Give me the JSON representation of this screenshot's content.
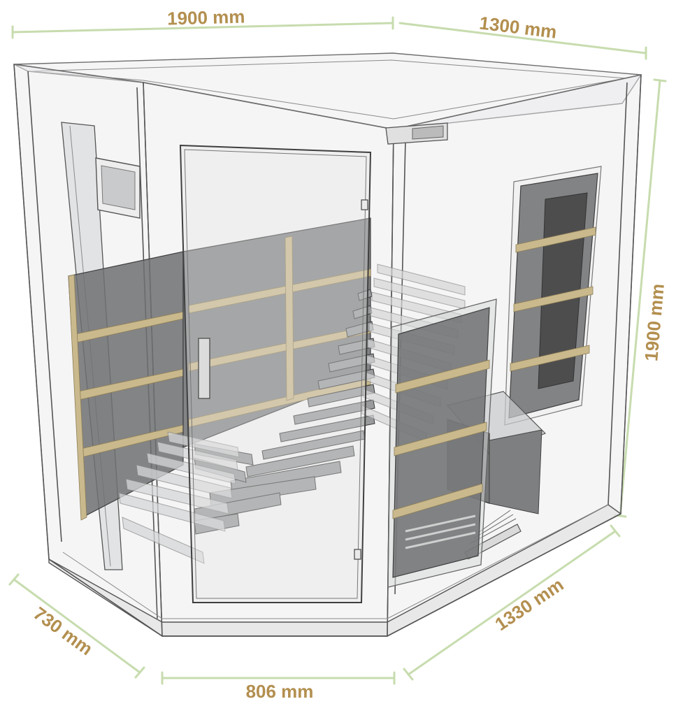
{
  "colors": {
    "dimension_text": "#b38f4f",
    "dimension_line": "#c7dcae",
    "frame_edges": "#555555",
    "glass": "#e8e9ea",
    "heater_panel": "#6f7072",
    "wood_slats": "#c9b98d"
  },
  "dimensions": {
    "top_width": "1900 mm",
    "top_depth": "1300 mm",
    "height": "1900 mm",
    "front_left": "730 mm",
    "front_center": "806 mm",
    "front_right": "1330 mm"
  }
}
